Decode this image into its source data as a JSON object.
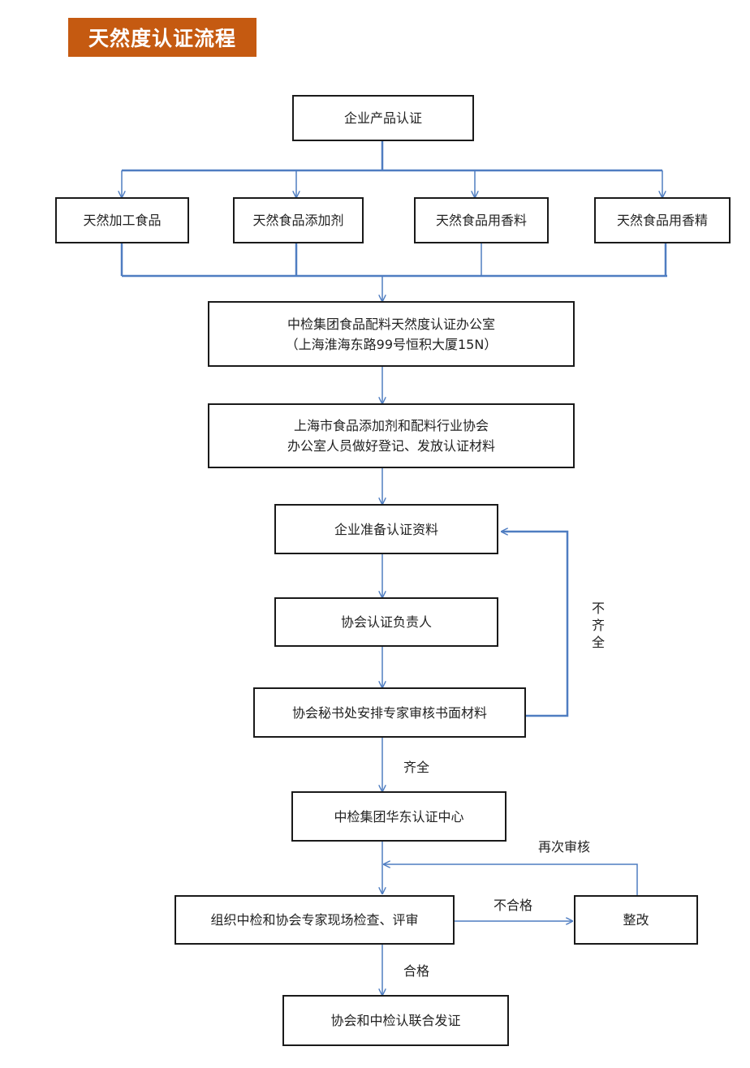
{
  "title": "天然度认证流程",
  "nodes": {
    "start": "企业产品认证",
    "cat1": "天然加工食品",
    "cat2": "天然食品添加剂",
    "cat3": "天然食品用香料",
    "cat4": "天然食品用香精",
    "office_line1": "中检集团食品配料天然度认证办公室",
    "office_line2": "（上海淮海东路99号恒积大厦15N）",
    "assoc_line1": "上海市食品添加剂和配料行业协会",
    "assoc_line2": "办公室人员做好登记、发放认证材料",
    "prepare": "企业准备认证资料",
    "responsible": "协会认证负责人",
    "review": "协会秘书处安排专家审核书面材料",
    "center": "中检集团华东认证中心",
    "inspect": "组织中检和协会专家现场检查、评审",
    "rectify": "整改",
    "certify": "协会和中检认联合发证"
  },
  "edges": {
    "incomplete": "不齐全",
    "complete": "齐全",
    "recheck": "再次审核",
    "fail": "不合格",
    "pass": "合格"
  }
}
